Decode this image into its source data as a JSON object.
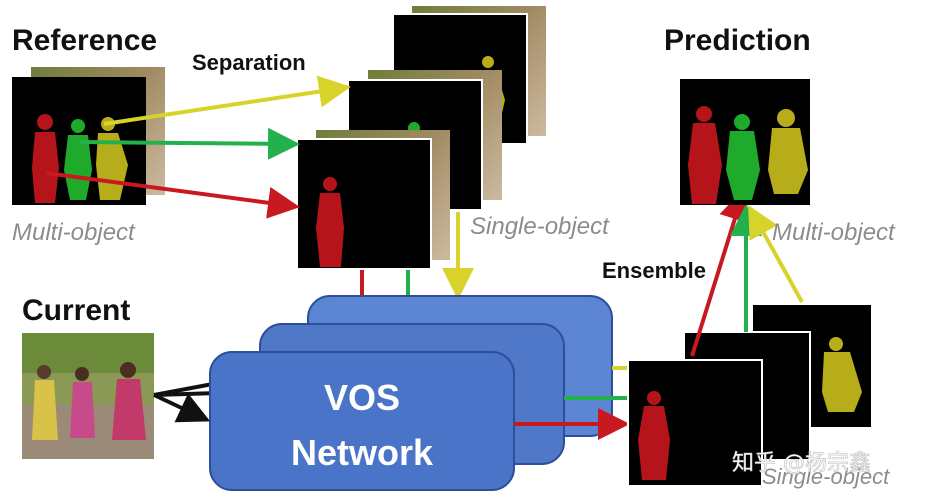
{
  "labels": {
    "reference": "Reference",
    "separation": "Separation",
    "multi_object_left": "Multi-object",
    "single_object_top": "Single-object",
    "current": "Current",
    "prediction": "Prediction",
    "ensemble": "Ensemble",
    "multi_object_right": "Multi-object",
    "single_object_bottom": "Single-object"
  },
  "network": {
    "line1": "VOS",
    "line2": "Network"
  },
  "watermark": "知乎 @杨宗鑫",
  "colors": {
    "red_object": "#b5141b",
    "green_object": "#1faa2c",
    "yellow_object": "#b7ad1a",
    "red_arrow": "#c81920",
    "green_arrow": "#22b14c",
    "yellow_arrow": "#d8d32a",
    "network_box": "#4a74c7",
    "network_border": "#2d4f9a"
  }
}
